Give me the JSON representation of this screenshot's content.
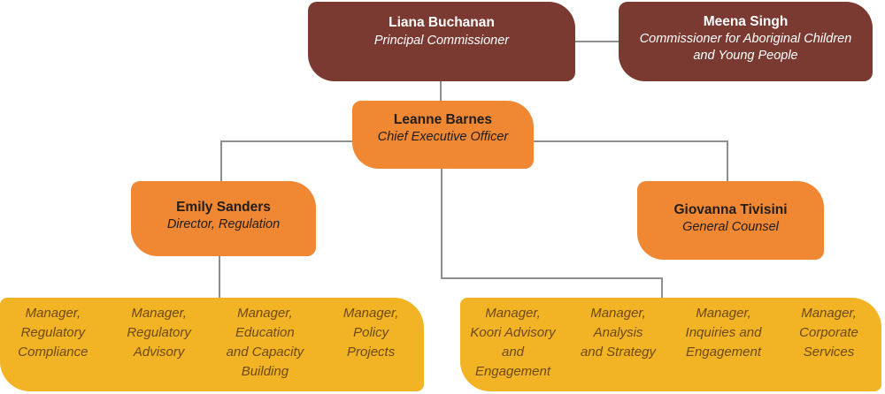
{
  "palette": {
    "maroon": "#7a3a31",
    "orange": "#ef8733",
    "yellow": "#f2b324",
    "connector_gray": "#8f8f8f",
    "band_text_brown": "#6d4a12",
    "dark_text": "#221d18",
    "light_text": "#ffffff"
  },
  "org_chart": {
    "nodes": {
      "liana": {
        "name": "Liana Buchanan",
        "title": "Principal Commissioner"
      },
      "meena": {
        "name": "Meena Singh",
        "title": "Commissioner for Aboriginal Children\nand Young People"
      },
      "leanne": {
        "name": "Leanne Barnes",
        "title": "Chief Executive Officer"
      },
      "emily": {
        "name": "Emily Sanders",
        "title": "Director, Regulation"
      },
      "giovanna": {
        "name": "Giovanna Tivisini",
        "title": "General Counsel"
      }
    },
    "bands": {
      "left": {
        "items": [
          {
            "label": "Manager,\nRegulatory\nCompliance"
          },
          {
            "label": "Manager,\nRegulatory\nAdvisory"
          },
          {
            "label": "Manager,\nEducation\nand Capacity\nBuilding"
          },
          {
            "label": "Manager,\nPolicy\nProjects"
          }
        ]
      },
      "right": {
        "items": [
          {
            "label": "Manager,\nKoori Advisory\nand\nEngagement"
          },
          {
            "label": "Manager,\nAnalysis\nand Strategy"
          },
          {
            "label": "Manager,\nInquiries and\nEngagement"
          },
          {
            "label": "Manager,\nCorporate\nServices"
          }
        ]
      }
    }
  }
}
